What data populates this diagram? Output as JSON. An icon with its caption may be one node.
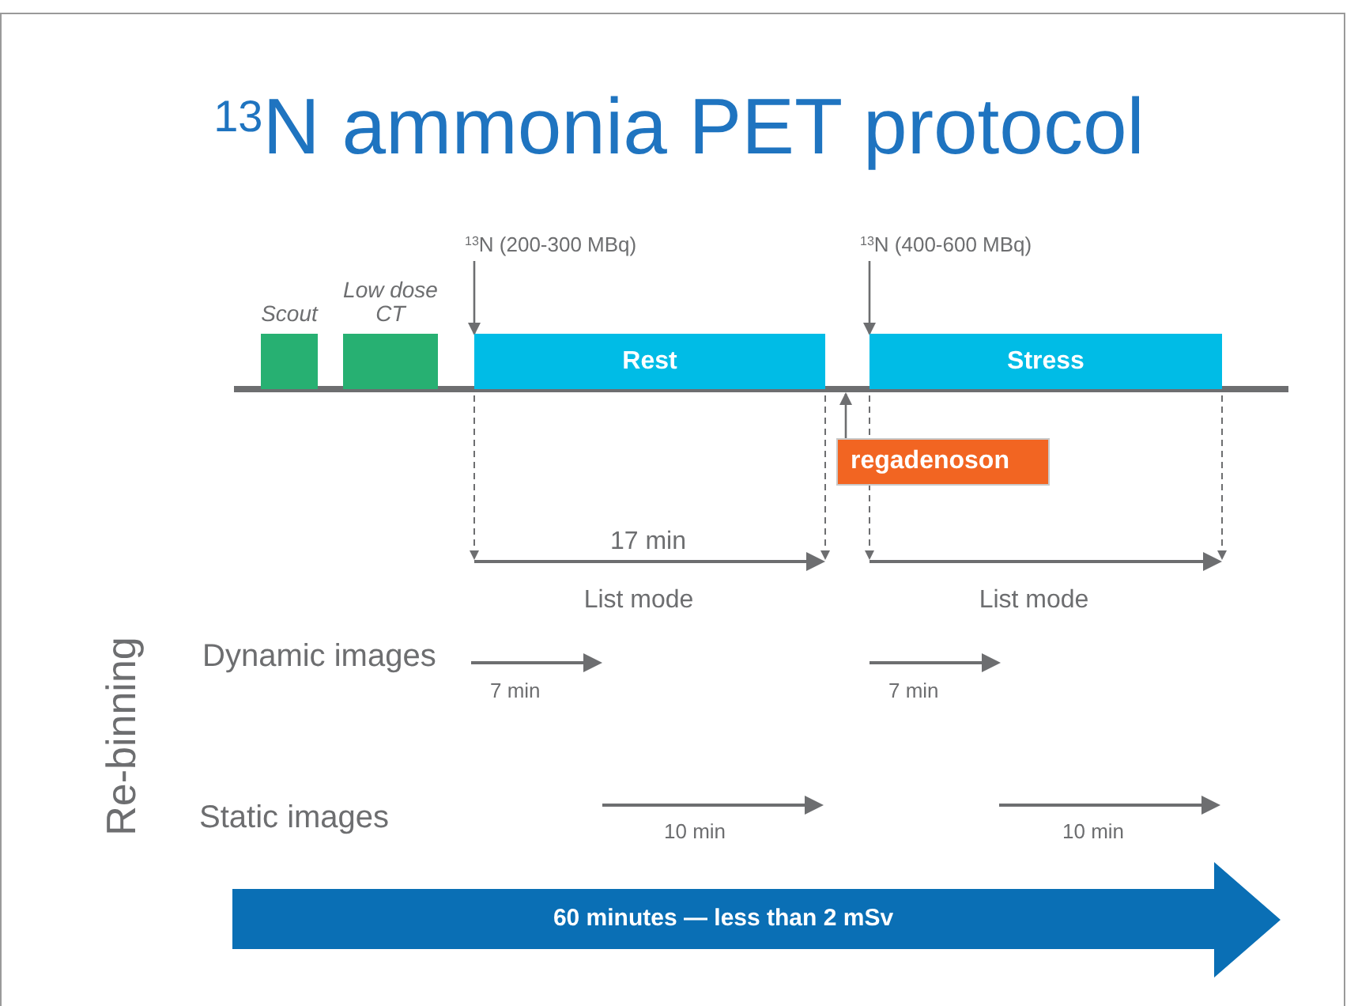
{
  "diagram": {
    "title": "$^{13}$N ammonia PET protocol",
    "nodes": [
      {
        "text": [
          "Scout"
        ]
      },
      {
        "text": [
          "Low dose CT"
        ]
      },
      {
        "text": [
          "Rest"
        ]
      },
      {
        "text": [
          "Stress"
        ]
      },
      {
        "text": [
          "$^{13}$N (200-300 MBq)"
        ]
      },
      {
        "text": [
          "$^{13}$N (400-600 MBq)"
        ]
      },
      {
        "text": [
          "regadenoson"
        ]
      },
      {
        "text": [
          "60 minutes — less than 2 mSv"
        ]
      },
      {
        "text": [],
        "shape": "bar"
      }
    ],
    "edges": [
      {
        "from": 4,
        "to": 2,
        "arrow": "to"
      },
      {
        "from": 5,
        "to": 3,
        "arrow": "to"
      },
      {
        "from": 6,
        "to": 8,
        "arrow": "to"
      }
    ],
    "labels": [
      "17 min",
      "List mode",
      "List mode",
      "Re-binning",
      "Dynamic images",
      "7 min",
      "7 min",
      "Static images",
      "10 min",
      "10 min"
    ]
  }
}
